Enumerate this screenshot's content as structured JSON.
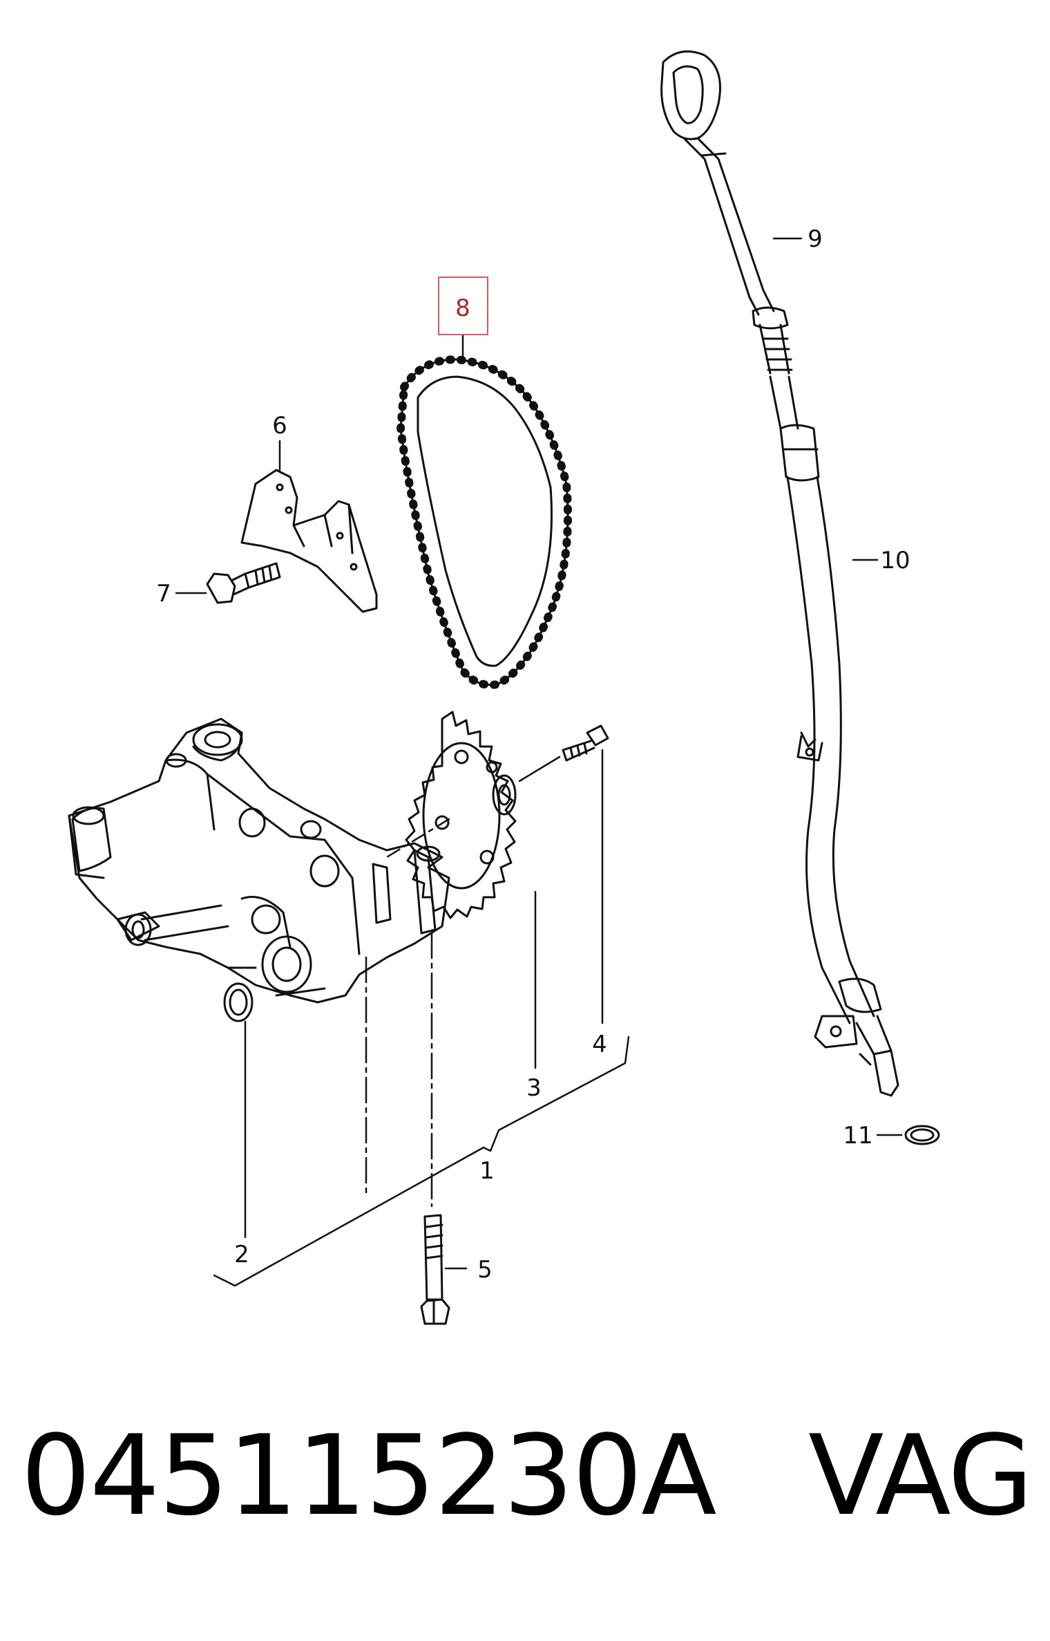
{
  "callouts": [
    {
      "id": "1",
      "label": "1"
    },
    {
      "id": "2",
      "label": "2"
    },
    {
      "id": "3",
      "label": "3"
    },
    {
      "id": "4",
      "label": "4"
    },
    {
      "id": "5",
      "label": "5"
    },
    {
      "id": "6",
      "label": "6"
    },
    {
      "id": "7",
      "label": "7"
    },
    {
      "id": "8",
      "label": "8",
      "highlighted": true
    },
    {
      "id": "9",
      "label": "9"
    },
    {
      "id": "10",
      "label": "10"
    },
    {
      "id": "11",
      "label": "11"
    }
  ],
  "caption": {
    "part_number": "045115230A",
    "brand": "VAG"
  },
  "colors": {
    "line": "#111111",
    "highlight_border": "#d9575c",
    "highlight_text": "#b0262b",
    "background": "#ffffff"
  }
}
